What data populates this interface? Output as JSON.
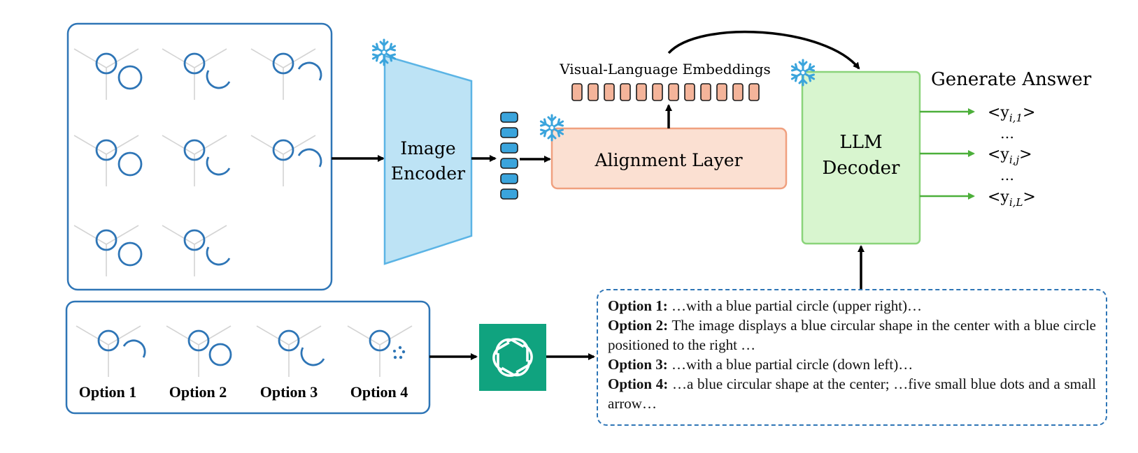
{
  "labels": {
    "image_encoder_line1": "Image",
    "image_encoder_line2": "Encoder",
    "alignment_layer": "Alignment Layer",
    "vl_embeddings": "Visual-Language Embeddings",
    "llm_decoder_line1": "LLM",
    "llm_decoder_line2": "Decoder",
    "generate_answer": "Generate Answer"
  },
  "answers": [
    {
      "base": "<y",
      "sub": "i,1",
      "close": ">"
    },
    {
      "base": "<y",
      "sub": "i,j",
      "close": ">"
    },
    {
      "base": "<y",
      "sub": "i,L",
      "close": ">"
    }
  ],
  "ellipsis": "…",
  "option_labels": [
    "Option 1",
    "Option 2",
    "Option 3",
    "Option 4"
  ],
  "option_texts": [
    {
      "label": "Option 1:",
      "text": " …with a blue partial circle (upper right)…"
    },
    {
      "label": "Option 2:",
      "text": " The image displays a blue circular shape in the center with a blue circle positioned to the right …"
    },
    {
      "label": "Option 3:",
      "text": " …with a blue partial circle (down left)…"
    },
    {
      "label": "Option 4:",
      "text": " …a blue circular shape at the center; …five small blue dots and a small arrow…"
    }
  ],
  "colors": {
    "panel_border": "#2e75b6",
    "shape_blue": "#2e75b6",
    "encoder_fill": "#bde3f5",
    "encoder_stroke": "#5bb4e5",
    "token_fill": "#3aa4dc",
    "alignment_fill": "#fbe0d2",
    "alignment_stroke": "#f0a07f",
    "embedding_fill": "#f4b49a",
    "decoder_fill": "#d8f5cf",
    "decoder_stroke": "#8ad47a",
    "answer_arrow": "#4caf3a",
    "gpt_fill": "#10a37f"
  },
  "icons": [
    "snowflake-icon",
    "chatgpt-icon"
  ]
}
